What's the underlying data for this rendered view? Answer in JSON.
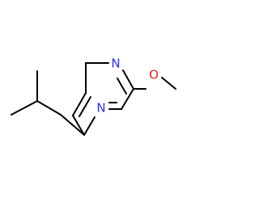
{
  "molecule": {
    "atoms": [
      {
        "id": "n_top",
        "symbol": "N",
        "color": "#2e2ee6"
      },
      {
        "id": "n_bottom",
        "symbol": "N",
        "color": "#2e2ee6"
      },
      {
        "id": "o_methoxy",
        "symbol": "O",
        "color": "#e6241e"
      }
    ]
  },
  "colors": {
    "bond": "#000000",
    "nitrogen": "#2e2ee6",
    "oxygen": "#e6241e",
    "background": "#ffffff"
  }
}
